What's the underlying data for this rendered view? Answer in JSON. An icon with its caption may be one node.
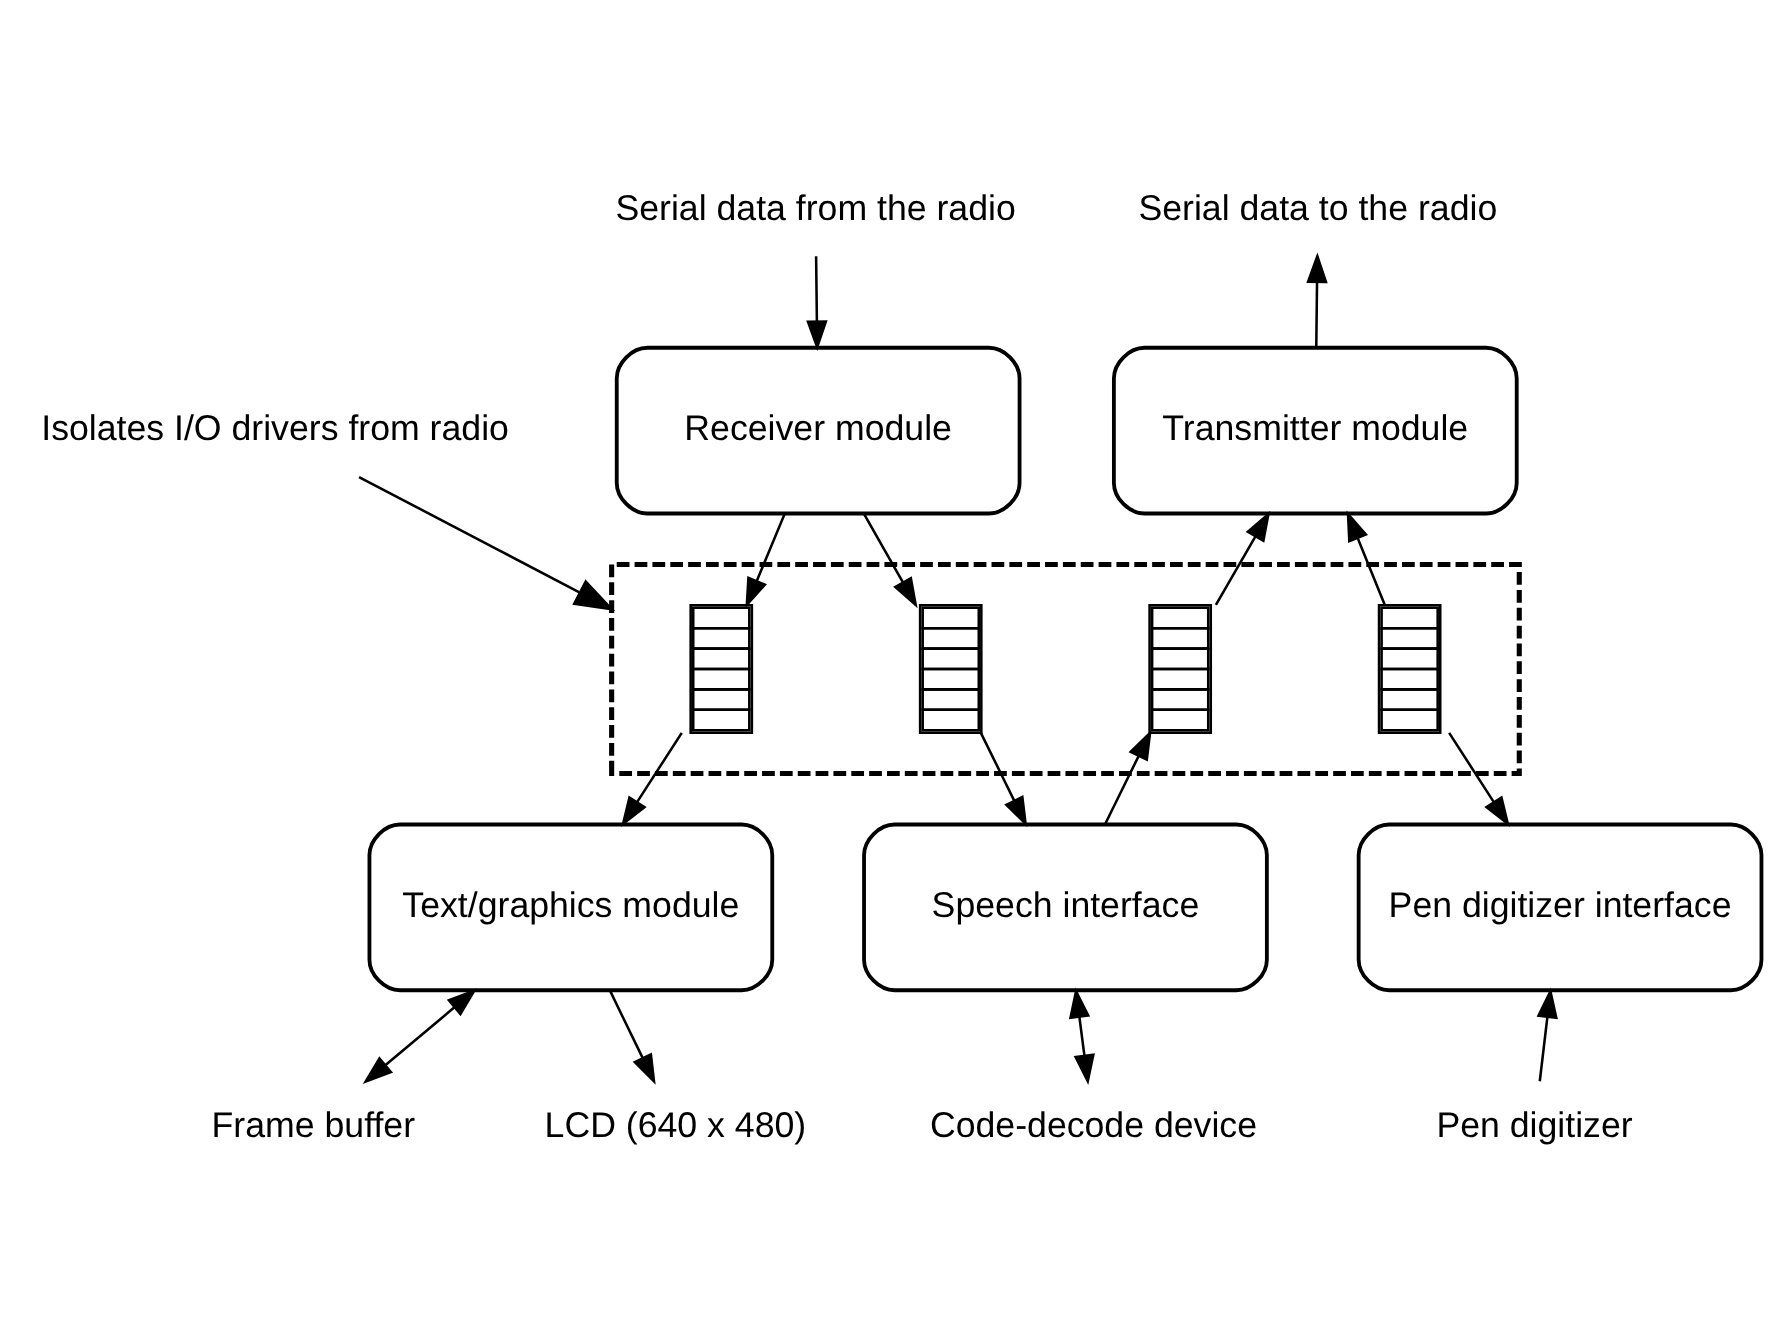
{
  "diagram": {
    "nodes": [
      {
        "text": [
          "Serial data from the radio"
        ]
      },
      {
        "text": [
          "Serial data to the radio"
        ]
      },
      {
        "text": [
          "Receiver module"
        ]
      },
      {
        "text": [
          "Transmitter module"
        ]
      },
      {
        "text": [
          "Isolates I/O drivers from radio"
        ]
      },
      {
        "text": [],
        "shape": "box"
      },
      {
        "text": [],
        "shape": "box",
        "in": 5
      },
      {
        "text": [],
        "shape": "box",
        "in": 5
      },
      {
        "text": [],
        "shape": "box",
        "in": 5
      },
      {
        "text": [],
        "shape": "box",
        "in": 5
      },
      {
        "text": [
          "Text/graphics module"
        ]
      },
      {
        "text": [
          "Speech interface"
        ]
      },
      {
        "text": [
          "Pen digitizer interface"
        ]
      },
      {
        "text": [
          "Frame buffer"
        ]
      },
      {
        "text": [
          "LCD (640 x 480)"
        ]
      },
      {
        "text": [
          "Code-decode device"
        ]
      },
      {
        "text": [
          "Pen digitizer"
        ]
      }
    ],
    "edges": [
      {
        "from": 0,
        "to": 2,
        "arrow": "to"
      },
      {
        "from": 3,
        "to": 1,
        "arrow": "to"
      },
      {
        "from": 2,
        "to": 6,
        "arrow": "to"
      },
      {
        "from": 2,
        "to": 7,
        "arrow": "to"
      },
      {
        "from": 8,
        "to": 3,
        "arrow": "to"
      },
      {
        "from": 9,
        "to": 3,
        "arrow": "to"
      },
      {
        "from": 4,
        "to": 5,
        "arrow": "to"
      },
      {
        "from": 6,
        "to": 10,
        "arrow": "to"
      },
      {
        "from": 7,
        "to": 11,
        "arrow": "to"
      },
      {
        "from": 11,
        "to": 8,
        "arrow": "to"
      },
      {
        "from": 9,
        "to": 12,
        "arrow": "to"
      },
      {
        "from": 10,
        "to": 13,
        "arrow": "both"
      },
      {
        "from": 10,
        "to": 14,
        "arrow": "to"
      },
      {
        "from": 11,
        "to": 15,
        "arrow": "both"
      },
      {
        "from": 16,
        "to": 12,
        "arrow": "to"
      }
    ]
  }
}
